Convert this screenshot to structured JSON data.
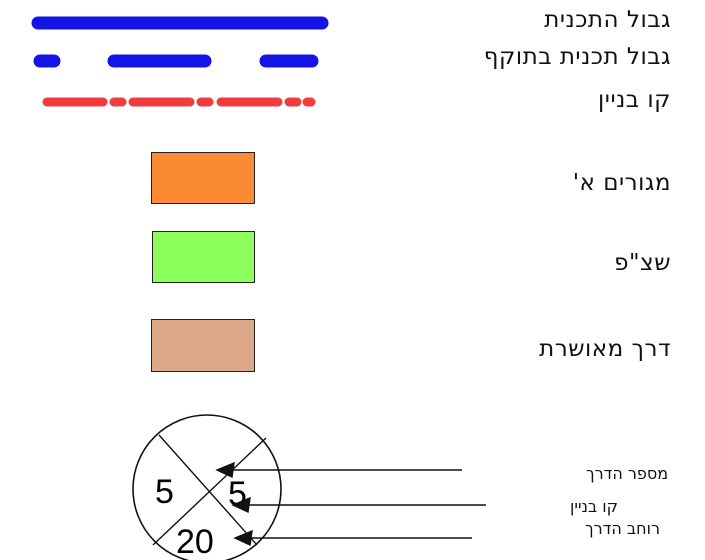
{
  "legend": {
    "plan_boundary": {
      "label": "גבול התכנית",
      "color": "#1414e6"
    },
    "valid_plan_boundary": {
      "label": "גבול תכנית בתוקף",
      "color": "#1414e6"
    },
    "building_line": {
      "label": "קו בניין",
      "color": "#f03c3c"
    },
    "residential_a": {
      "label": "מגורים א'",
      "color": "#fb8a35"
    },
    "public_open_space": {
      "label": "שצ\"פ",
      "color": "#8cff5c"
    },
    "approved_road": {
      "label": "דרך מאושרת",
      "color": "#dba98a"
    }
  },
  "road_symbol": {
    "left_value": "5",
    "right_value": "5",
    "bottom_value": "20",
    "labels": {
      "road_number": "מספר הדרך",
      "building_line": "קו בניין",
      "road_width": "רוחב הדרך"
    }
  }
}
